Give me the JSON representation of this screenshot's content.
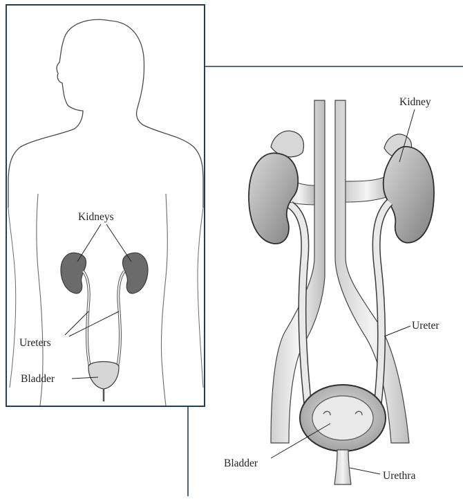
{
  "left_panel": {
    "labels": {
      "kidneys": "Kidneys",
      "ureters": "Ureters",
      "bladder": "Bladder"
    }
  },
  "right_panel": {
    "labels": {
      "kidney": "Kidney",
      "ureter": "Ureter",
      "bladder": "Bladder",
      "urethra": "Urethra"
    }
  },
  "colors": {
    "frame": "#1f3d5c",
    "kidney_fill_small": "#6b6b6b",
    "kidney_fill_large": "#b9b9b9",
    "outline": "#3a3a3a"
  }
}
